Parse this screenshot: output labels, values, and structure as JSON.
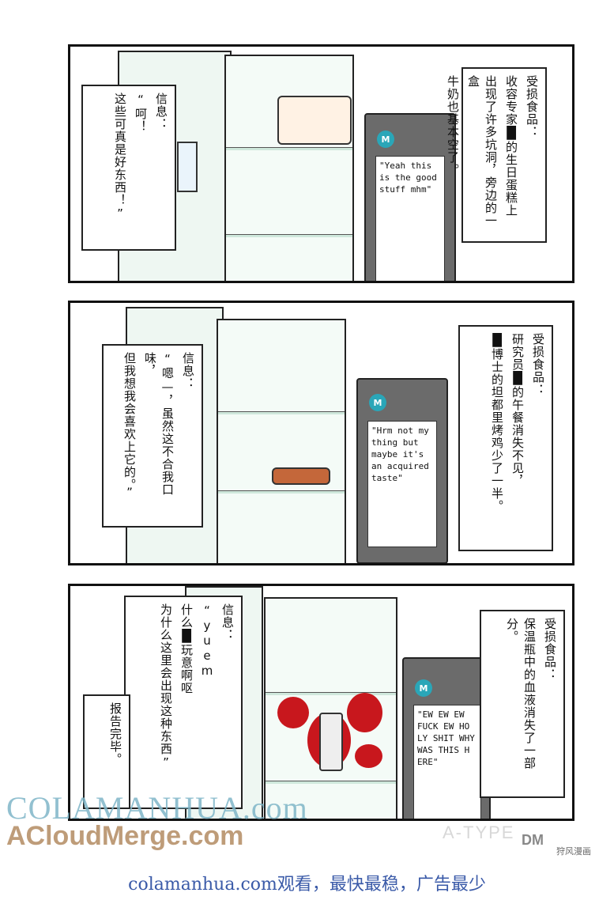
{
  "panel1": {
    "speech_label": "信息：",
    "speech_lines": [
      "“呵！",
      "这些可真是好东西！”"
    ],
    "report_label": "受损食品：",
    "report_lines": [
      "收容专家█的生日蛋糕上",
      "出现了许多坑洞，旁边的一盒",
      "牛奶也基本空了。"
    ],
    "phone_text": "\"Yeah this is the good stuff mhm\"",
    "logo": "M"
  },
  "panel2": {
    "speech_label": "信息：",
    "speech_lines": [
      "“嗯—，虽然这不合我口味，",
      "但我想我会喜欢上它的。”"
    ],
    "report_label": "受损食品：",
    "report_lines": [
      "研究员█的午餐消失不见，",
      "█博士的坦都里烤鸡少了一半。"
    ],
    "phone_text": "\"Hrm not my thing but maybe it's an acquired taste\"",
    "logo": "M"
  },
  "panel3": {
    "speech_label": "信息：",
    "speech_lines": [
      "“yuem",
      "什么█玩意啊呕",
      "为什么这里会出现这种东西”"
    ],
    "end_label": "报告完毕。",
    "report_label": "受损食品：",
    "report_lines": [
      "保温瓶中的血液消失了一部分。"
    ],
    "phone_text": "\"EW EW EW FUCK EW HO LY SHIT WHY WAS THIS H ERE\"",
    "logo": "M"
  },
  "watermarks": {
    "colamanhua": "COLAMANHUA.com",
    "acloudmerge": "ACloudMerge.com",
    "atype": "A-TYPE",
    "dm": "DM",
    "small": "狩风漫画"
  },
  "footer_text": "colamanhua.com观看，最快最稳，广告最少",
  "colors": {
    "blood": "#c8171d",
    "phone": "#6b6b6b",
    "logo": "#2aa6b8",
    "footer": "#3a5aa8"
  }
}
